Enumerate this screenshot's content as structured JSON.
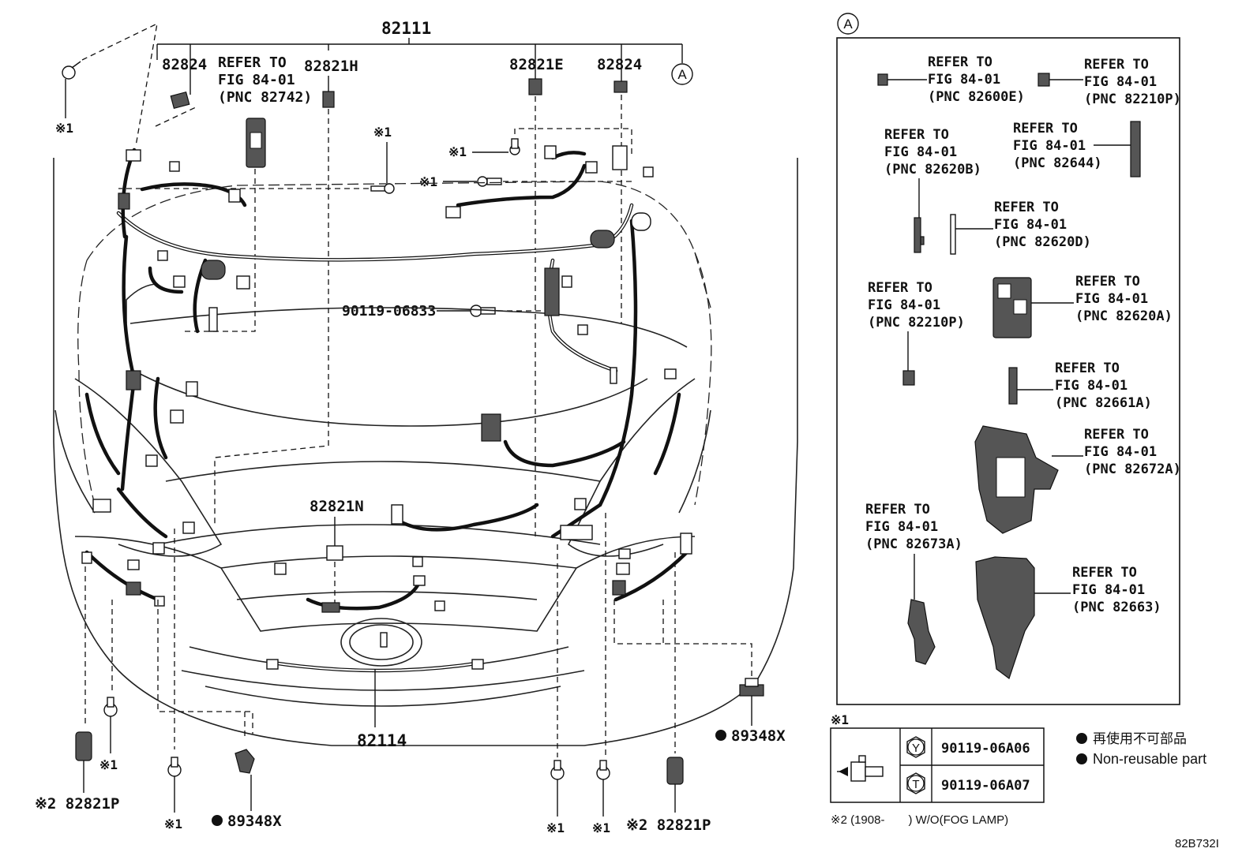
{
  "main": {
    "assy_82111": "82111",
    "assy_82114": "82114",
    "label_82824_left": "82824",
    "label_82824_right": "82824",
    "label_82821H": "82821H",
    "label_82821E": "82821E",
    "label_82821N": "82821N",
    "label_bolt": "90119-06833",
    "refer_main": [
      "REFER TO",
      "FIG 84-01",
      "(PNC 82742)"
    ],
    "mark_1": "※1",
    "label_2_82821P_left": "※2 82821P",
    "label_2_82821P_right": "※2 82821P",
    "label_89348X_right": "89348X",
    "label_89348X_left": "89348X",
    "circle_A": "A"
  },
  "inset": {
    "circle_A": "A",
    "refs": [
      {
        "lines": [
          "REFER TO",
          "FIG 84-01",
          "(PNC 82600E)"
        ]
      },
      {
        "lines": [
          "REFER TO",
          "FIG 84-01",
          "(PNC 82210P)"
        ]
      },
      {
        "lines": [
          "REFER TO",
          "FIG 84-01",
          "(PNC 82620B)"
        ]
      },
      {
        "lines": [
          "REFER TO",
          "FIG 84-01",
          "(PNC 82644)"
        ]
      },
      {
        "lines": [
          "REFER TO",
          "FIG 84-01",
          "(PNC 82620D)"
        ]
      },
      {
        "lines": [
          "REFER TO",
          "FIG 84-01",
          "(PNC 82210P)"
        ]
      },
      {
        "lines": [
          "REFER TO",
          "FIG 84-01",
          "(PNC 82620A)"
        ]
      },
      {
        "lines": [
          "REFER TO",
          "FIG 84-01",
          "(PNC 82661A)"
        ]
      },
      {
        "lines": [
          "REFER TO",
          "FIG 84-01",
          "(PNC 82672A)"
        ]
      },
      {
        "lines": [
          "REFER TO",
          "FIG 84-01",
          "(PNC 82673A)"
        ]
      },
      {
        "lines": [
          "REFER TO",
          "FIG 84-01",
          "(PNC 82663)"
        ]
      }
    ]
  },
  "legend": {
    "mark_1": "※1",
    "row_y_icon": "Y",
    "row_y_part": "90119-06A06",
    "row_t_icon": "T",
    "row_t_part": "90119-06A07",
    "note_jp": "再使用不可部品",
    "note_en": "Non-reusable part",
    "footnote": "※2 (1908-　　) W/O(FOG LAMP)",
    "code": "82B732I"
  }
}
